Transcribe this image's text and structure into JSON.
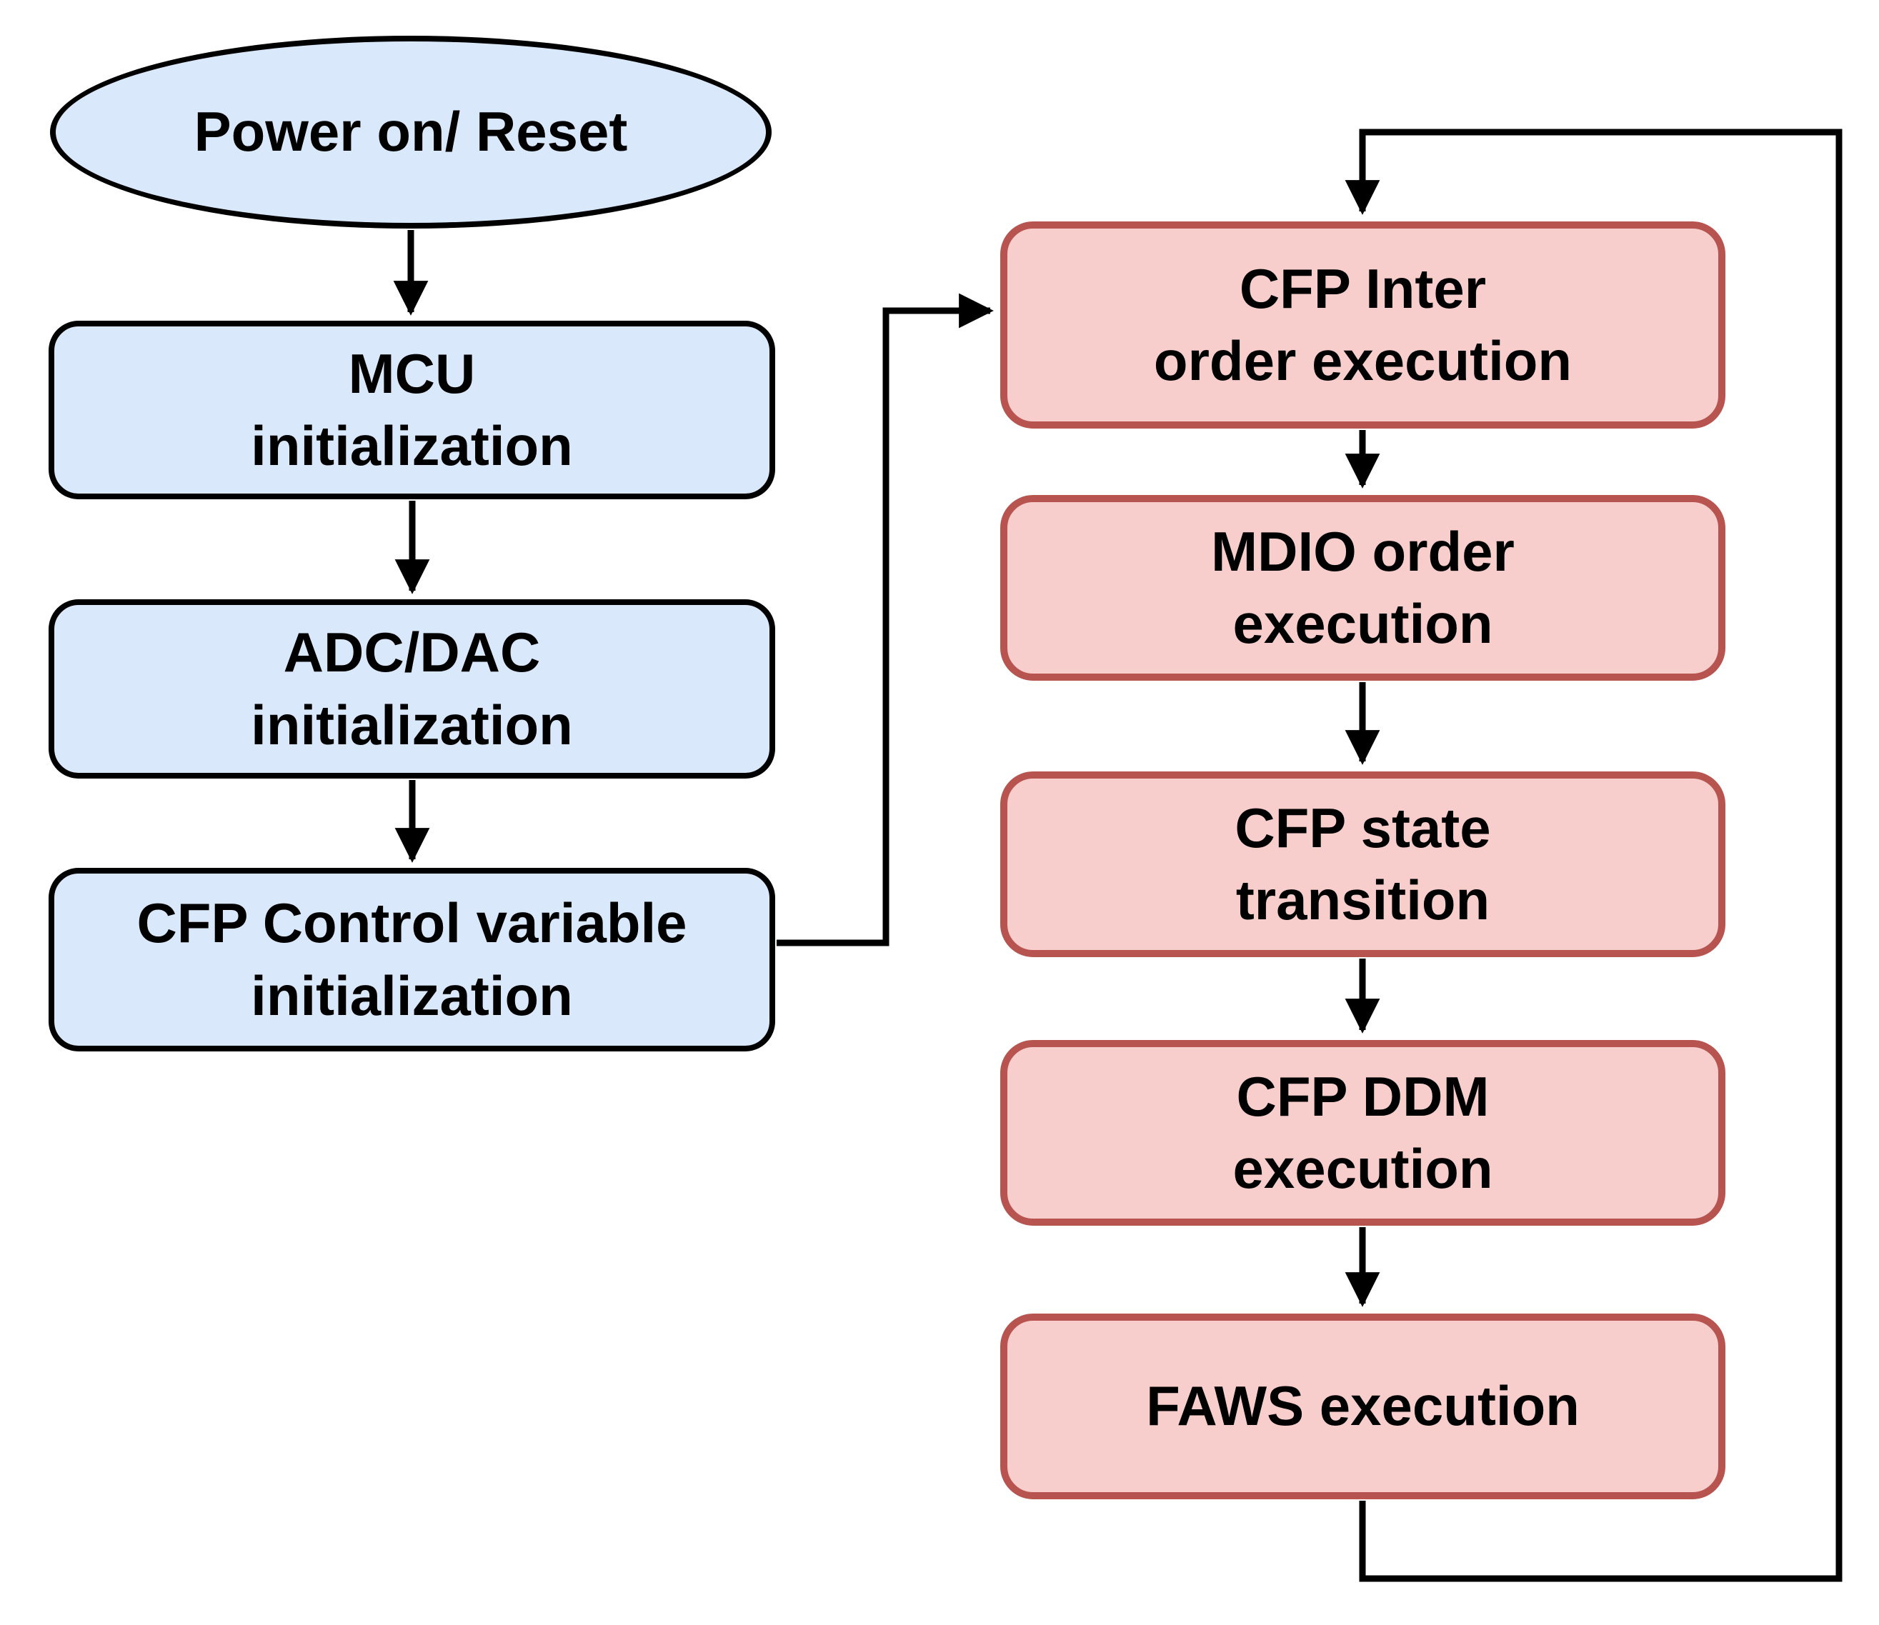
{
  "background": "#ffffff",
  "colors": {
    "init_fill": "#dae8fc",
    "init_stroke": "#000000",
    "exec_fill": "#f8cecc",
    "exec_stroke": "#b85450",
    "connector": "#000000",
    "text": "#000000"
  },
  "nodes": {
    "power": {
      "label": "Power on/ Reset",
      "shape": "ellipse"
    },
    "mcu": {
      "label": "MCU\ninitialization",
      "shape": "rounded-rect"
    },
    "adc": {
      "label": "ADC/DAC\ninitialization",
      "shape": "rounded-rect"
    },
    "cfp_control": {
      "label": "CFP Control variable\ninitialization",
      "shape": "rounded-rect"
    },
    "cfp_inter": {
      "label": "CFP Inter\norder execution",
      "shape": "rounded-rect"
    },
    "mdio": {
      "label": "MDIO order\nexecution",
      "shape": "rounded-rect"
    },
    "cfp_state": {
      "label": "CFP state\ntransition",
      "shape": "rounded-rect"
    },
    "cfp_ddm": {
      "label": "CFP DDM\nexecution",
      "shape": "rounded-rect"
    },
    "faws": {
      "label": "FAWS execution",
      "shape": "rounded-rect"
    }
  },
  "edges": [
    {
      "from": "power",
      "to": "mcu"
    },
    {
      "from": "mcu",
      "to": "adc"
    },
    {
      "from": "adc",
      "to": "cfp_control"
    },
    {
      "from": "cfp_control",
      "to": "cfp_inter"
    },
    {
      "from": "cfp_inter",
      "to": "mdio"
    },
    {
      "from": "mdio",
      "to": "cfp_state"
    },
    {
      "from": "cfp_state",
      "to": "cfp_ddm"
    },
    {
      "from": "cfp_ddm",
      "to": "faws"
    },
    {
      "from": "faws",
      "to": "cfp_inter",
      "note": "loop back"
    }
  ]
}
